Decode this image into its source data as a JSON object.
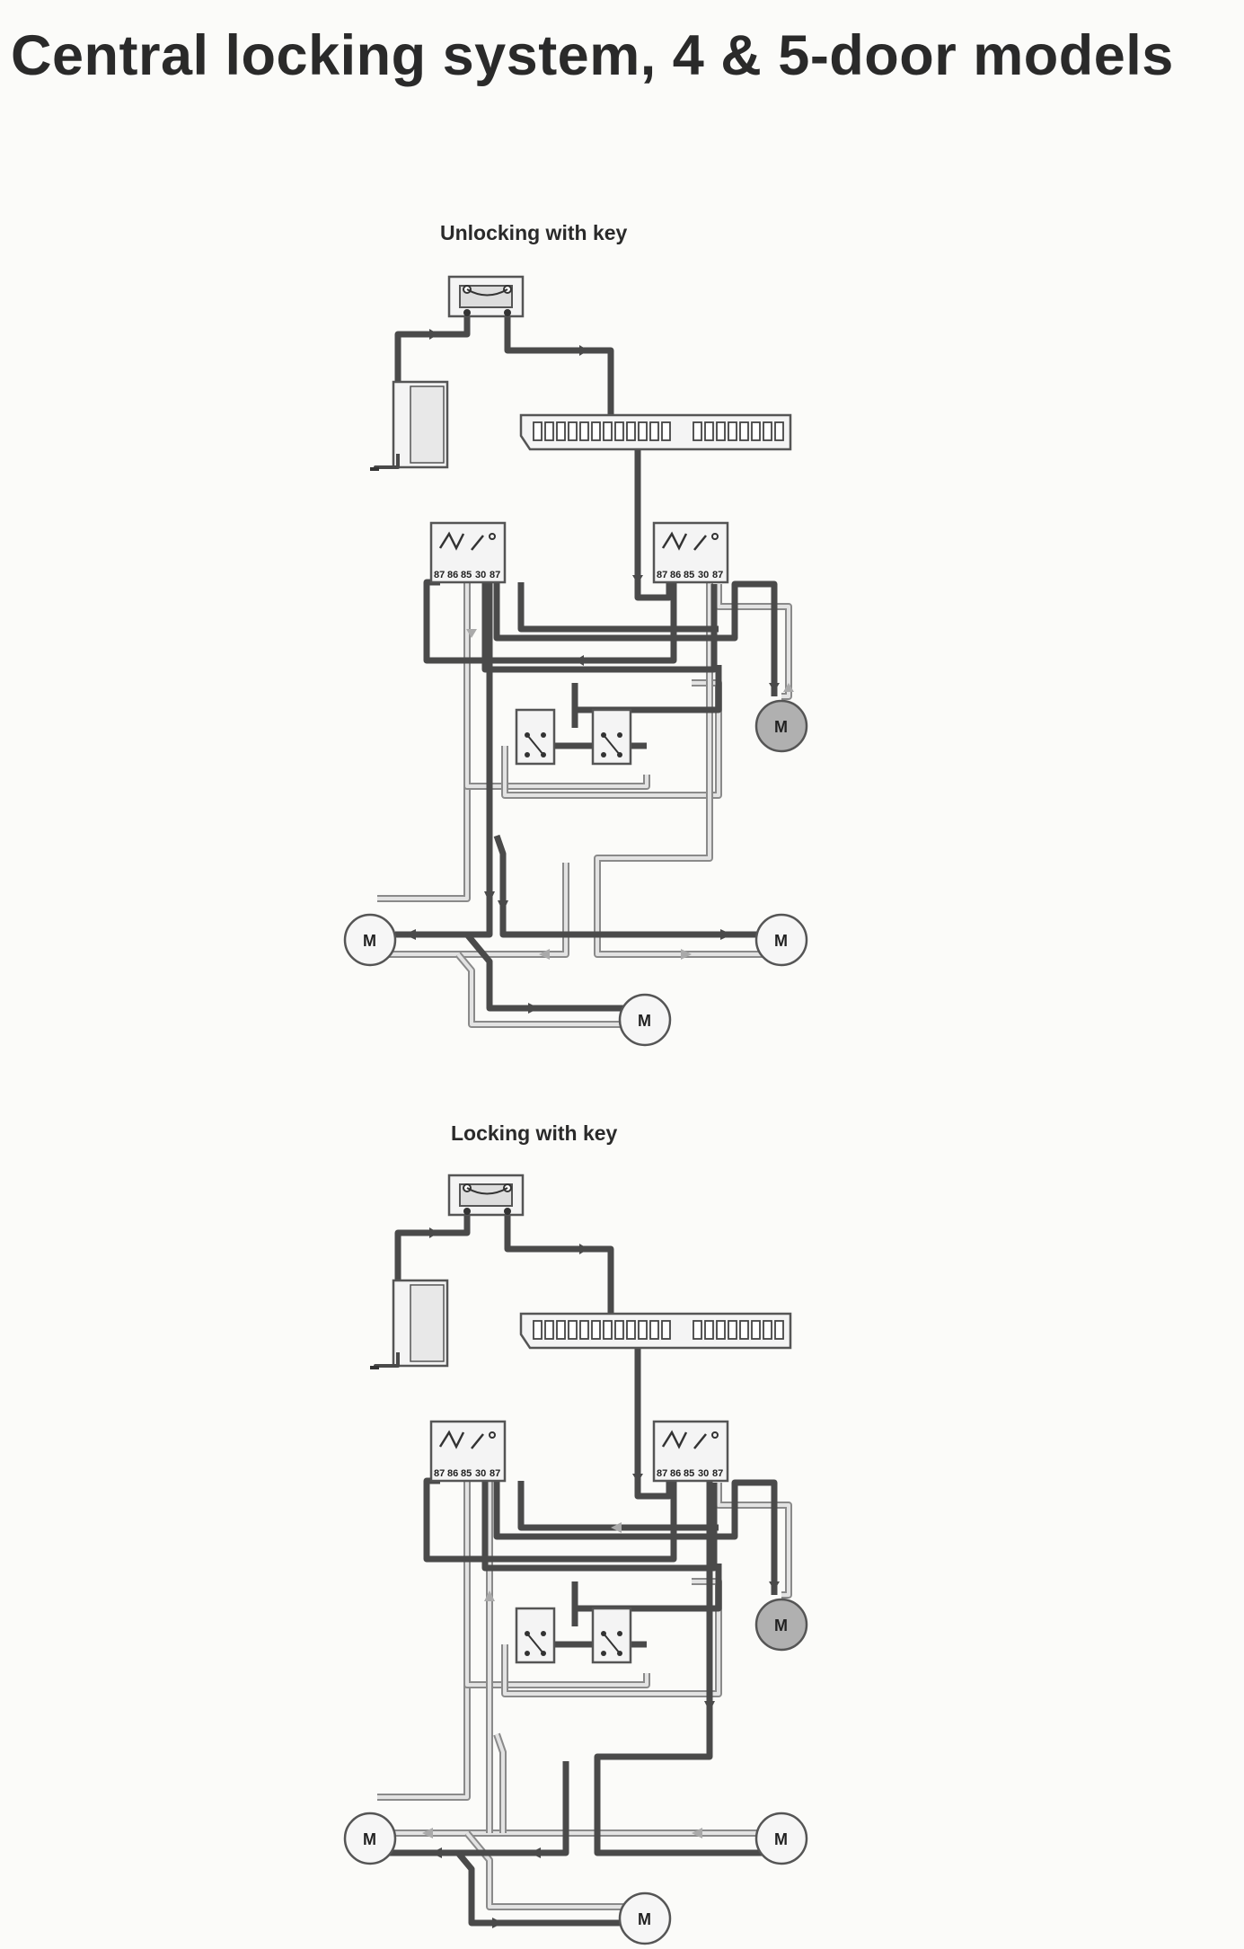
{
  "page": {
    "title": "Central locking system, 4 & 5-door models"
  },
  "sections": [
    {
      "id": "unlocking",
      "title": "Unlocking with key",
      "relay_left": {
        "pins": [
          "87",
          "86",
          "85",
          "30",
          "87"
        ]
      },
      "relay_right": {
        "pins": [
          "87",
          "86",
          "85",
          "30",
          "87"
        ]
      },
      "motors": [
        {
          "id": "front-right",
          "label": "M",
          "state": "active"
        },
        {
          "id": "front-left",
          "label": "M",
          "state": "idle"
        },
        {
          "id": "rear-right",
          "label": "M",
          "state": "idle"
        },
        {
          "id": "rear-left",
          "label": "M",
          "state": "idle"
        }
      ]
    },
    {
      "id": "locking",
      "title": "Locking with key",
      "relay_left": {
        "pins": [
          "87",
          "86",
          "85",
          "30",
          "87"
        ]
      },
      "relay_right": {
        "pins": [
          "87",
          "86",
          "85",
          "30",
          "87"
        ]
      },
      "motors": [
        {
          "id": "front-right",
          "label": "M",
          "state": "active"
        },
        {
          "id": "front-left",
          "label": "M",
          "state": "idle"
        },
        {
          "id": "rear-right",
          "label": "M",
          "state": "idle"
        },
        {
          "id": "rear-left",
          "label": "M",
          "state": "idle"
        }
      ]
    }
  ],
  "colors": {
    "background": "#fbfbf9",
    "wire_active": "#4a4a4a",
    "wire_passive_outline": "#8a8a8a",
    "wire_passive_fill": "#e3e3e3",
    "motor_active": "#b0b0b0",
    "motor_idle": "#f6f6f6"
  }
}
